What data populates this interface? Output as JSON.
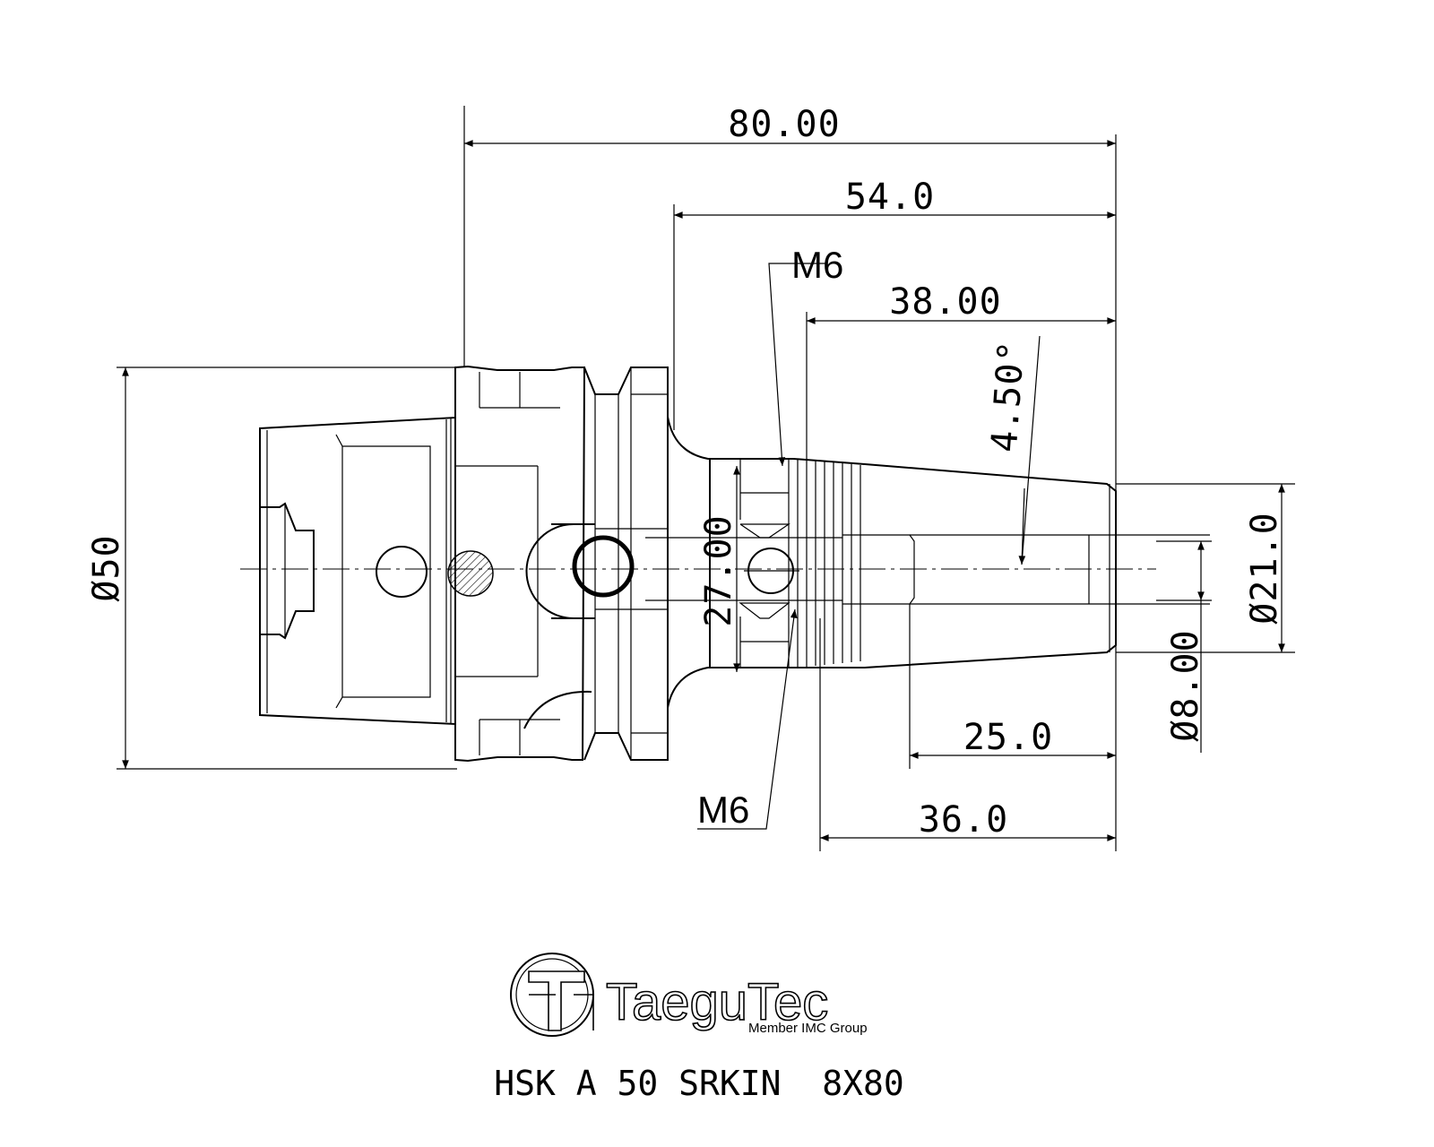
{
  "dimensions": {
    "overall_length": "80.00",
    "length_54": "54.0",
    "length_38": "38.00",
    "taper_angle": "4.50°",
    "flange_diameter": "Ø50",
    "nose_diameter": "Ø21.0",
    "bore_diameter": "Ø8.00",
    "clamp_length": "25.0",
    "length_36": "36.0",
    "screw_spacing": "27.00"
  },
  "callouts": {
    "thread_top": "M6",
    "thread_bottom": "M6"
  },
  "logo": {
    "brand": "TaeguTec",
    "tagline": "Member IMC Group"
  },
  "part_number": "HSK A 50 SRKIN  8X80"
}
